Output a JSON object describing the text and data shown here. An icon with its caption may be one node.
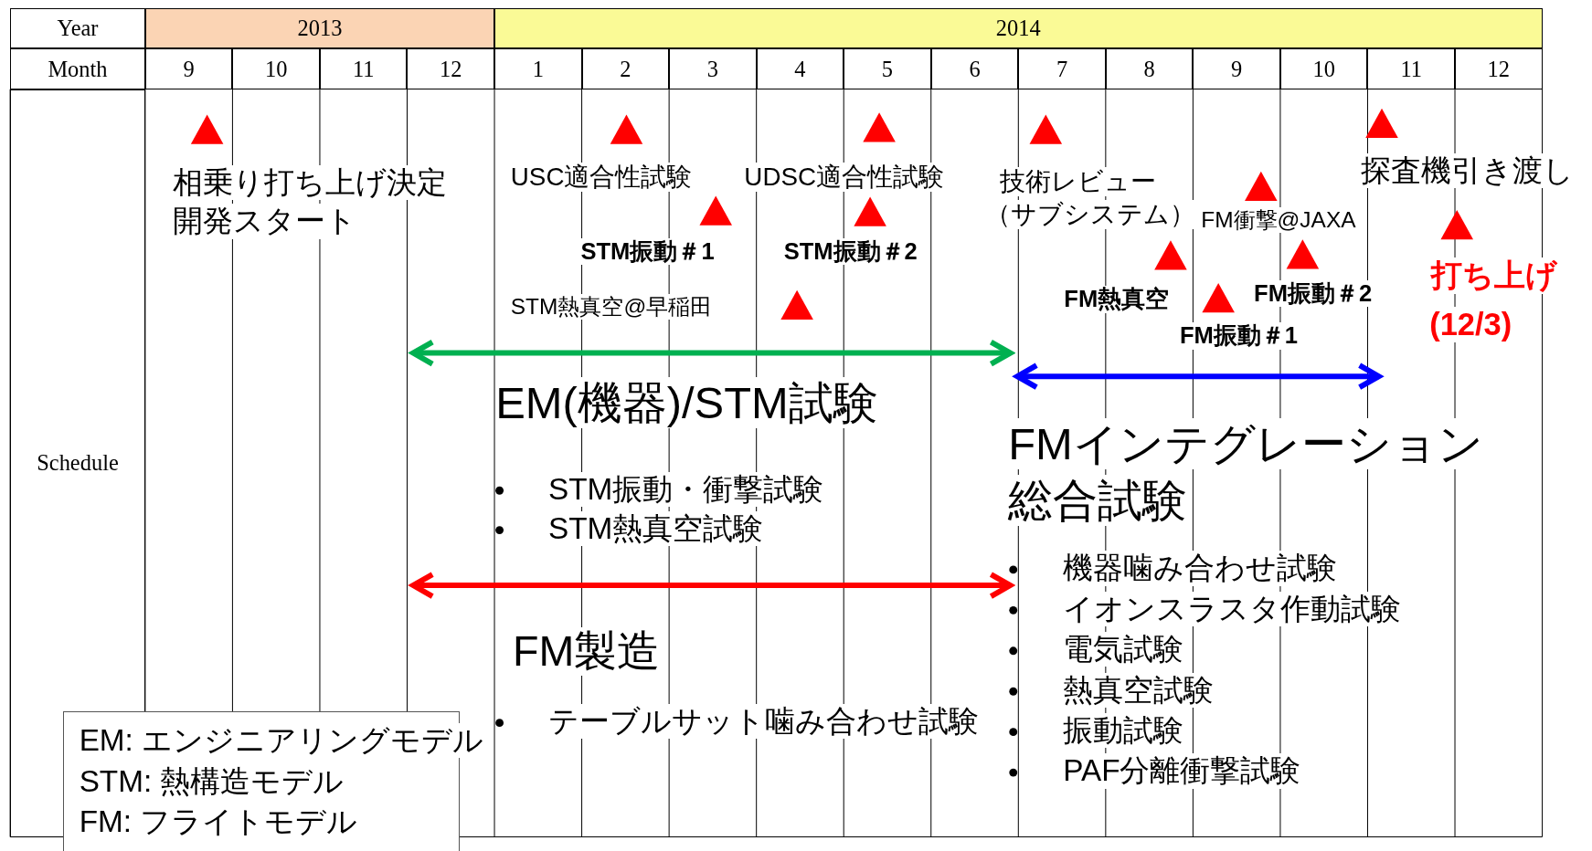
{
  "diagram": {
    "labels": [
      "Year",
      "2013",
      "2014",
      "Month",
      "9",
      "10",
      "11",
      "12",
      "1",
      "2",
      "3",
      "4",
      "5",
      "6",
      "7",
      "8",
      "9",
      "10",
      "11",
      "12",
      "Schedule",
      "相乗り打ち上げ決定",
      "開発スタート",
      "USC適合性試験",
      "UDSC適合性試験",
      "技術レビュー",
      "（サブシステム）",
      "探査機引き渡し",
      "FM衝撃@JAXA",
      "STM振動＃1",
      "STM振動＃2",
      "打ち上げ",
      "(12/3)",
      "FM熱真空",
      "FM振動＃2",
      "FM振動＃1",
      "STM熱真空@早稲田",
      "EM(機器)/STM試験",
      "STM振動・衝撃試験",
      "STM熱真空試験",
      "FM製造",
      "テーブルサット噛み合わせ試験",
      "FMインテグレーション",
      "総合試験",
      "機器噛み合わせ試験",
      "イオンスラスタ作動試験",
      "電気試験",
      "熱真空試験",
      "振動試験",
      "PAF分離衝撃試験",
      "EM: エンジニアリングモデル",
      "STM: 熱構造モデル",
      "FM: フライトモデル"
    ]
  }
}
